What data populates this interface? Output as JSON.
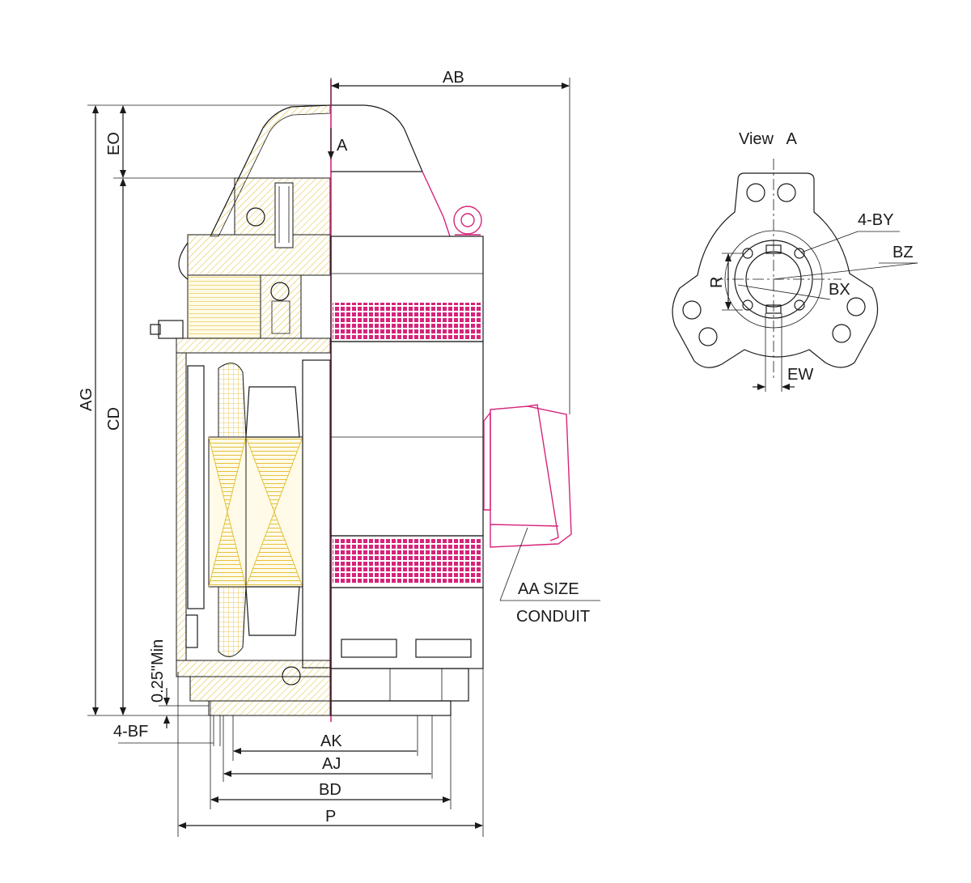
{
  "colors": {
    "line": "#1a1a1a",
    "accent": "#d6247a",
    "section_fill": "#e2b92a",
    "background": "#ffffff"
  },
  "labels": {
    "view_title": "View   A",
    "view_marker": "A",
    "ab": "AB",
    "eo": "EO",
    "ag": "AG",
    "cd": "CD",
    "min_clearance": "0.25\"Min",
    "bf": "4-BF",
    "ak": "AK",
    "aj": "AJ",
    "bd": "BD",
    "p": "P",
    "conduit_line1": "AA SIZE",
    "conduit_line2": "CONDUIT",
    "by": "4-BY",
    "bz": "BZ",
    "bx": "BX",
    "r": "R",
    "ew": "EW"
  }
}
